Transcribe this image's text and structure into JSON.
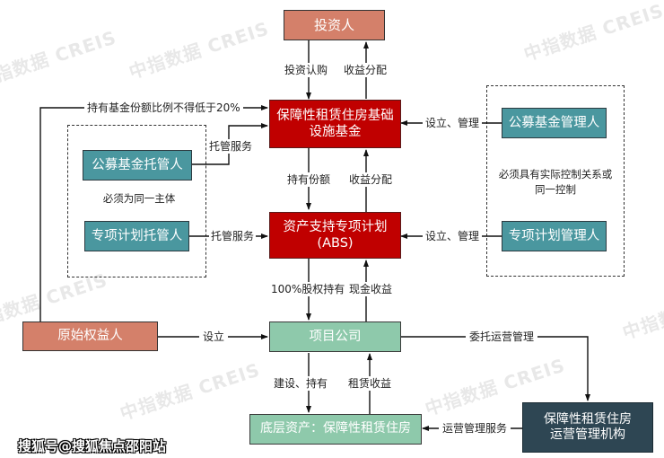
{
  "nodes": {
    "investor": "投资人",
    "reit_fund": "保障性租赁住房基础\n设施基金",
    "public_fund_custodian": "公募基金托管人",
    "abs_custodian": "专项计划托管人",
    "public_fund_manager": "公募基金管理人",
    "abs_manager": "专项计划管理人",
    "abs_plan": "资产支持专项计划\n(ABS)",
    "original_owner": "原始权益人",
    "project_company": "项目公司",
    "underlying_asset": "底层资产：保障性租赁住房",
    "operator": "保障性租赁住房\n运营管理机构"
  },
  "edge_labels": {
    "investor_subscribe": "投资认购",
    "fund_distribution": "收益分配",
    "hold_ratio": "持有基金份额比例不得低于20%",
    "custody_service_1": "托管服务",
    "custody_service_2": "托管服务",
    "setup_manage_1": "设立、管理",
    "setup_manage_2": "设立、管理",
    "hold_share": "持有份额",
    "abs_distribution": "收益分配",
    "equity_100": "100%股权持有",
    "cash_income": "现金收益",
    "setup": "设立",
    "entrust_operation": "委托运营管理",
    "build_hold": "建设、持有",
    "rent_income": "租赁收益",
    "operation_service": "运营管理服务"
  },
  "notes": {
    "same_entity": "必须为同一主体",
    "control_relation": "必须具有实际控制关系或\n同一控制"
  },
  "watermark": "中指数据 CREIS",
  "footer": "搜狐号@搜狐焦点邵阳站",
  "colors": {
    "investor": "#d4806a",
    "fund": "#c00000",
    "custodian": "#4a979f",
    "company": "#8ec9ab",
    "operator": "#2e4653"
  }
}
